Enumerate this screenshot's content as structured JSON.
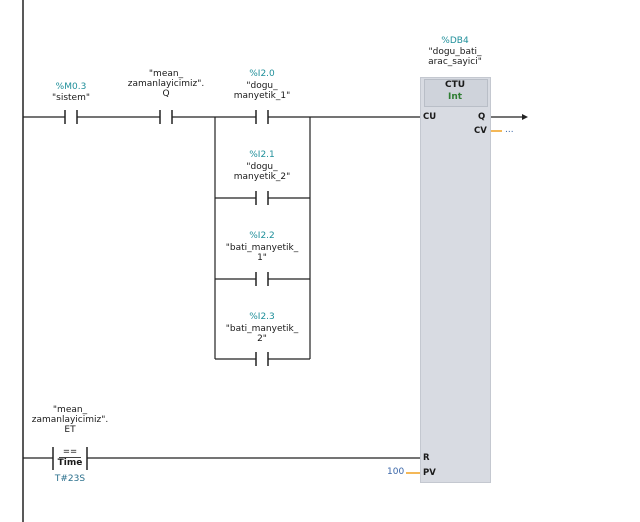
{
  "contacts": {
    "sistem": {
      "address": "%M0.3",
      "symbol": "\"sistem\""
    },
    "timer_q": {
      "symbol": "\"mean_\nzamanlayicimiz\".\nQ"
    },
    "dogu1": {
      "address": "%I2.0",
      "symbol": "\"dogu_\nmanyetik_1\""
    },
    "dogu2": {
      "address": "%I2.1",
      "symbol": "\"dogu_\nmanyetik_2\""
    },
    "bati1": {
      "address": "%I2.2",
      "symbol": "\"bati_manyetik_\n1\""
    },
    "bati2": {
      "address": "%I2.3",
      "symbol": "\"bati_manyetik_\n2\""
    }
  },
  "compare": {
    "operand": "\"mean_\nzamanlayicimiz\".\nET",
    "op": "==",
    "type": "Time",
    "value": "T#23S"
  },
  "counter": {
    "db": "%DB4",
    "instance": "\"dogu_bati_\narac_sayici\"",
    "type": "CTU",
    "datatype": "Int",
    "pins": {
      "cu": "CU",
      "q": "Q",
      "cv": "CV",
      "r": "R",
      "pv": "PV"
    },
    "cv_value": "...",
    "pv_value": "100"
  }
}
